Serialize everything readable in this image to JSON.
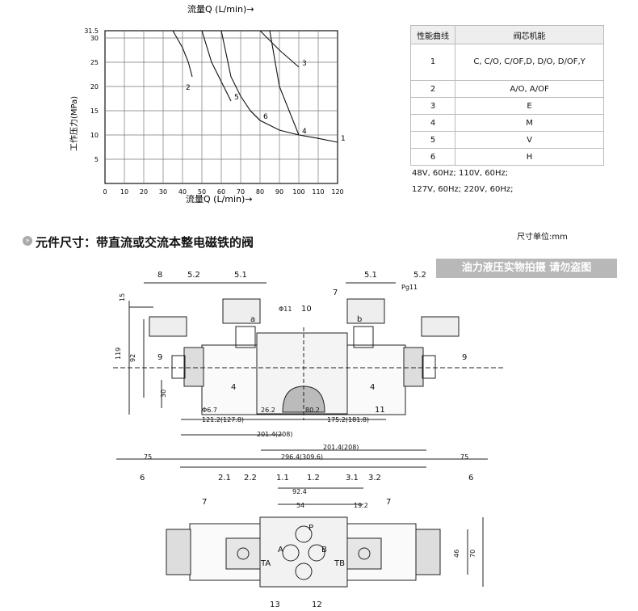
{
  "chart": {
    "top_xlabel": "流量Q (L/min)→",
    "bottom_xlabel": "流量Q (L/min)→",
    "ylabel": "工作压力(MPa)",
    "x_ticks": [
      "0",
      "10",
      "20",
      "30",
      "40",
      "50",
      "60",
      "70",
      "80",
      "90",
      "100",
      "110",
      "120"
    ],
    "y_ticks": [
      "31.5",
      "30",
      "25",
      "20",
      "15",
      "10",
      "5"
    ],
    "curve_labels": [
      "2",
      "5",
      "3",
      "6",
      "1",
      "4"
    ]
  },
  "chart_data": {
    "type": "line",
    "title": "",
    "xlabel": "流量Q (L/min)→",
    "ylabel": "工作压力(MPa)",
    "xlim": [
      0,
      120
    ],
    "ylim": [
      0,
      31.5
    ],
    "series": [
      {
        "name": "1",
        "x": [
          75,
          80,
          90,
          100,
          110,
          120
        ],
        "y": [
          15,
          13,
          11,
          10,
          9.3,
          8.5
        ]
      },
      {
        "name": "2",
        "x": [
          35,
          40,
          43,
          45
        ],
        "y": [
          31.5,
          28,
          25,
          22
        ]
      },
      {
        "name": "3",
        "x": [
          80,
          90,
          100
        ],
        "y": [
          31.5,
          27.5,
          24
        ]
      },
      {
        "name": "4",
        "x": [
          85,
          90,
          100
        ],
        "y": [
          31.5,
          20,
          10
        ]
      },
      {
        "name": "5",
        "x": [
          50,
          55,
          60,
          65
        ],
        "y": [
          31.5,
          25,
          21,
          17
        ]
      },
      {
        "name": "6",
        "x": [
          60,
          65,
          70,
          75,
          80
        ],
        "y": [
          31.5,
          22,
          18,
          15,
          13
        ]
      }
    ]
  },
  "spec_table": {
    "headers": [
      "性能曲线",
      "阀芯机能"
    ],
    "rows": [
      {
        "curve": "1",
        "spool": "C, C/O, C/OF,D, D/O, D/OF,Y"
      },
      {
        "curve": "2",
        "spool": "A/O, A/OF"
      },
      {
        "curve": "3",
        "spool": "E"
      },
      {
        "curve": "4",
        "spool": "M"
      },
      {
        "curve": "5",
        "spool": "V"
      },
      {
        "curve": "6",
        "spool": "H"
      }
    ]
  },
  "voltage": {
    "line1": "48V, 60Hz; 110V, 60Hz;",
    "line2": "127V, 60Hz; 220V, 60Hz;"
  },
  "section": {
    "bullet": "»",
    "title": "元件尺寸：带直流或交流本整电磁铁的阀",
    "unit": "尺寸单位:mm",
    "banner": "油力液压实物拍摄 请勿盗图"
  },
  "drawing_labels": {
    "front": [
      "8",
      "5.2",
      "5.1",
      "5.1",
      "5.2",
      "7",
      "Pg11",
      "Φ11",
      "10",
      "a",
      "b",
      "9",
      "9",
      "4",
      "4",
      "Φ6.7",
      "26.2",
      "80.2",
      "11",
      "121.2(127.8)",
      "175.2(181.8)",
      "201.4(208)",
      "201.4(208)",
      "296.4(309.6)",
      "75",
      "75",
      "6",
      "6",
      "2.1",
      "2.2",
      "1.1",
      "1.2",
      "3.1",
      "3.2",
      "119",
      "92",
      "30",
      "15"
    ],
    "bottom": [
      "92.4",
      "54",
      "19.2",
      "7",
      "7",
      "P",
      "A",
      "B",
      "TA",
      "TB",
      "46",
      "70",
      "13",
      "12"
    ]
  }
}
